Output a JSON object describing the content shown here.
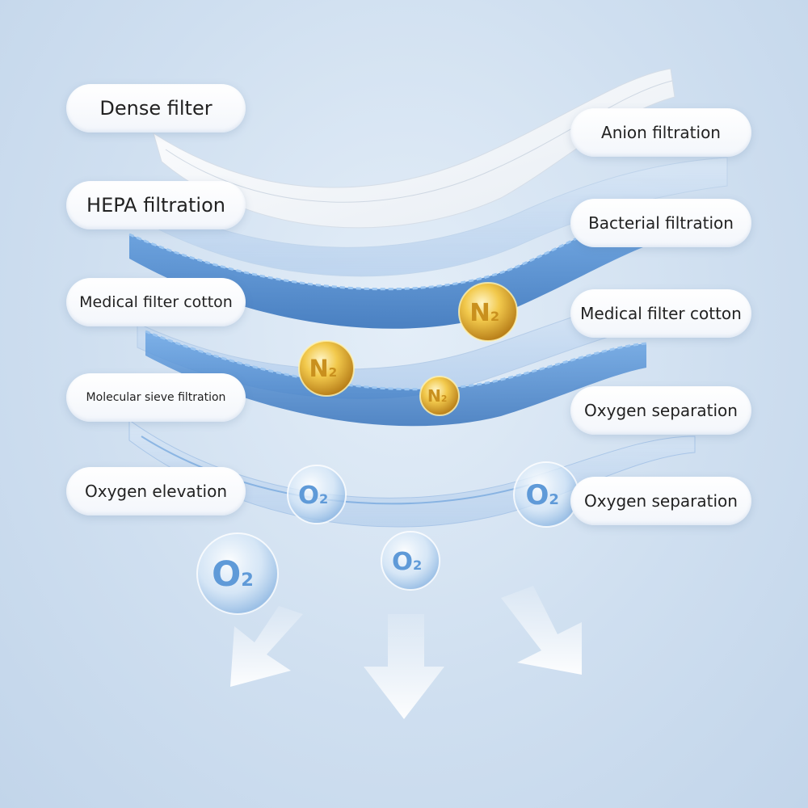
{
  "left_labels": [
    "Dense filter",
    "HEPA filtration",
    "Medical filter cotton",
    "Molecular sieve filtration",
    "Oxygen elevation"
  ],
  "right_labels": [
    "Anion filtration",
    "Bacterial filtration",
    "Medical filter cotton",
    "Oxygen separation",
    "Oxygen separation"
  ],
  "n2_bubbles": [
    {
      "main": "N",
      "sub": "2"
    },
    {
      "main": "N",
      "sub": "2"
    },
    {
      "main": "N",
      "sub": "2"
    }
  ],
  "o2_bubbles": [
    {
      "main": "O",
      "sub": "2"
    },
    {
      "main": "O",
      "sub": "2"
    },
    {
      "main": "O",
      "sub": "2"
    },
    {
      "main": "O",
      "sub": "2"
    }
  ],
  "colors": {
    "n2_gold": "#e9b52a",
    "o2_blue": "#5f9ad8",
    "layer_blue": "#3f7fc9",
    "arrow_white": "#f4f8fd"
  }
}
